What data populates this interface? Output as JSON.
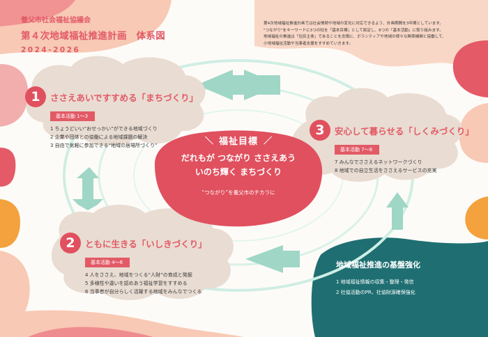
{
  "header": {
    "org": "養父市社会福祉協議会",
    "plan_title": "第４次地域福祉推進計画　体系図",
    "years": "2024-2026"
  },
  "intro": [
    "第4次地域福祉推進計画では社会情勢や地域の変化に対応できるよう、計画期間を3年間としています。",
    "\"つながり\"をキーワードに3つの柱を「基本目標」として設定し、8つの「基本活動」に取り組みます。",
    "地域福祉の推進は「住民主体」であることを念頭に、ボランティアや地域の様々な関係機関と協働して、",
    "小地域福祉活動や当事者支援をすすめていきます。"
  ],
  "goal": {
    "label": "福祉目標",
    "line1": "だれもが つながり ささえあう",
    "line2": "いのち輝く まちづくり",
    "sub": "“つながり”を養父市のチカラに"
  },
  "pillars": [
    {
      "num": "1",
      "title": "ささえあいですすめる「まちづくり」",
      "badge": "基本活動 1～3",
      "activities": [
        "1 ちょうどいい“おせっかい”ができる地域づくり",
        "2 企業や団体との協働による地域課題の解決",
        "3 自由で気軽に参加できる“地域の居場所づくり”"
      ]
    },
    {
      "num": "2",
      "title": "ともに生きる「いしきづくり」",
      "badge": "基本活動 4～6",
      "activities": [
        "4 人をささえ、地域をつくる“人財”の育成と発掘",
        "5 多様性や違いを認めあう福祉学習をすすめる",
        "6 当事者が自分らしく活躍する地域をみんなでつくる"
      ]
    },
    {
      "num": "3",
      "title": "安心して暮らせる「しくみづくり」",
      "badge": "基本活動 7～8",
      "activities": [
        "7 みんなでささえるネットワークづくり",
        "8 地域での自立生活をささえるサービスの充実"
      ]
    }
  ],
  "foundation": {
    "title": "地域福祉推進の基盤強化",
    "items": [
      "1 地域福祉情報の収集・整理・発信",
      "2 社協活動のPR、社協財源確保強化"
    ]
  },
  "colors": {
    "accent": "#e25a66",
    "teal": "#1f6f72",
    "mint": "#9fd6c6",
    "cloud": "#e9dcd2",
    "peach": "#f8c9b4",
    "orange": "#f3a23e"
  }
}
